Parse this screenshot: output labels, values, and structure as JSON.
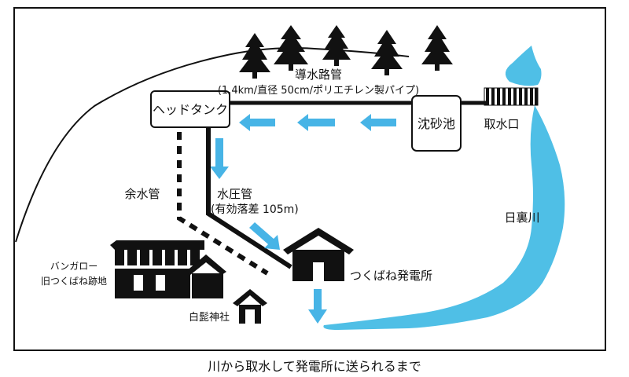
{
  "diagram": {
    "labels": {
      "head_tank": "ヘッドタンク",
      "conduit_title": "導水路管",
      "conduit_spec": "(1.4km/直径 50cm/ポリエチレン製パイプ)",
      "settling_basin": "沈砂池",
      "intake": "取水口",
      "spillway": "余水管",
      "penstock": "水圧管",
      "head_drop": "(有効落差 105m)",
      "river": "日裏川",
      "power_station": "つくばね発電所",
      "bungalow_line1": "バンガロー",
      "bungalow_line2": "旧つくばね跡地",
      "shrine": "白髭神社"
    },
    "caption": "川から取水して発電所に送られるまで",
    "colors": {
      "water": "#4fbfe6",
      "arrow": "#47b4e6",
      "line": "#111111"
    }
  }
}
